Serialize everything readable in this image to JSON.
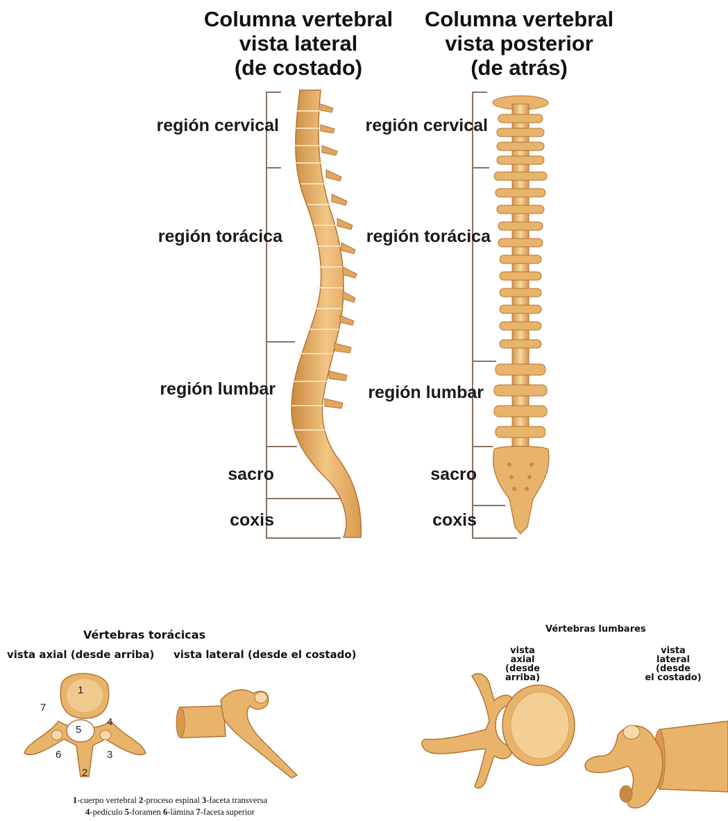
{
  "lateral": {
    "title_lines": [
      "Columna vertebral",
      "vista lateral",
      "(de costado)"
    ],
    "regions": [
      "región cervical",
      "región torácica",
      "región lumbar",
      "sacro",
      "coxis"
    ]
  },
  "posterior": {
    "title_lines": [
      "Columna vertebral",
      "vista posterior",
      "(de atrás)"
    ],
    "regions": [
      "región cervical",
      "región torácica",
      "región lumbar",
      "sacro",
      "coxis"
    ]
  },
  "thoracic": {
    "title": "Vértebras torácicas",
    "axial_label": "vista axial (desde arriba)",
    "lateral_label": "vista lateral (desde el costado)",
    "numbers": [
      "1",
      "2",
      "3",
      "4",
      "5",
      "6",
      "7"
    ],
    "legend_line1": [
      {
        "n": "1",
        "t": "-cuerpo vertebral "
      },
      {
        "n": "2",
        "t": "-proceso espinal "
      },
      {
        "n": "3",
        "t": "-faceta transversa"
      }
    ],
    "legend_line2": [
      {
        "n": "4",
        "t": "-pedículo "
      },
      {
        "n": "5",
        "t": "-foramen "
      },
      {
        "n": "6",
        "t": "-lámina "
      },
      {
        "n": "7",
        "t": "-faceta superior"
      }
    ]
  },
  "lumbar": {
    "title": "Vértebras lumbares",
    "axial_label_lines": [
      "vista",
      "axial",
      "(desde",
      "arriba)"
    ],
    "lateral_label_lines": [
      "vista",
      "lateral",
      "(desde",
      "el costado)"
    ]
  },
  "colors": {
    "bone": "#e8b36a",
    "bone_dark": "#b9782e",
    "bone_light": "#f6d9a8",
    "bracket": "#8a7060"
  }
}
